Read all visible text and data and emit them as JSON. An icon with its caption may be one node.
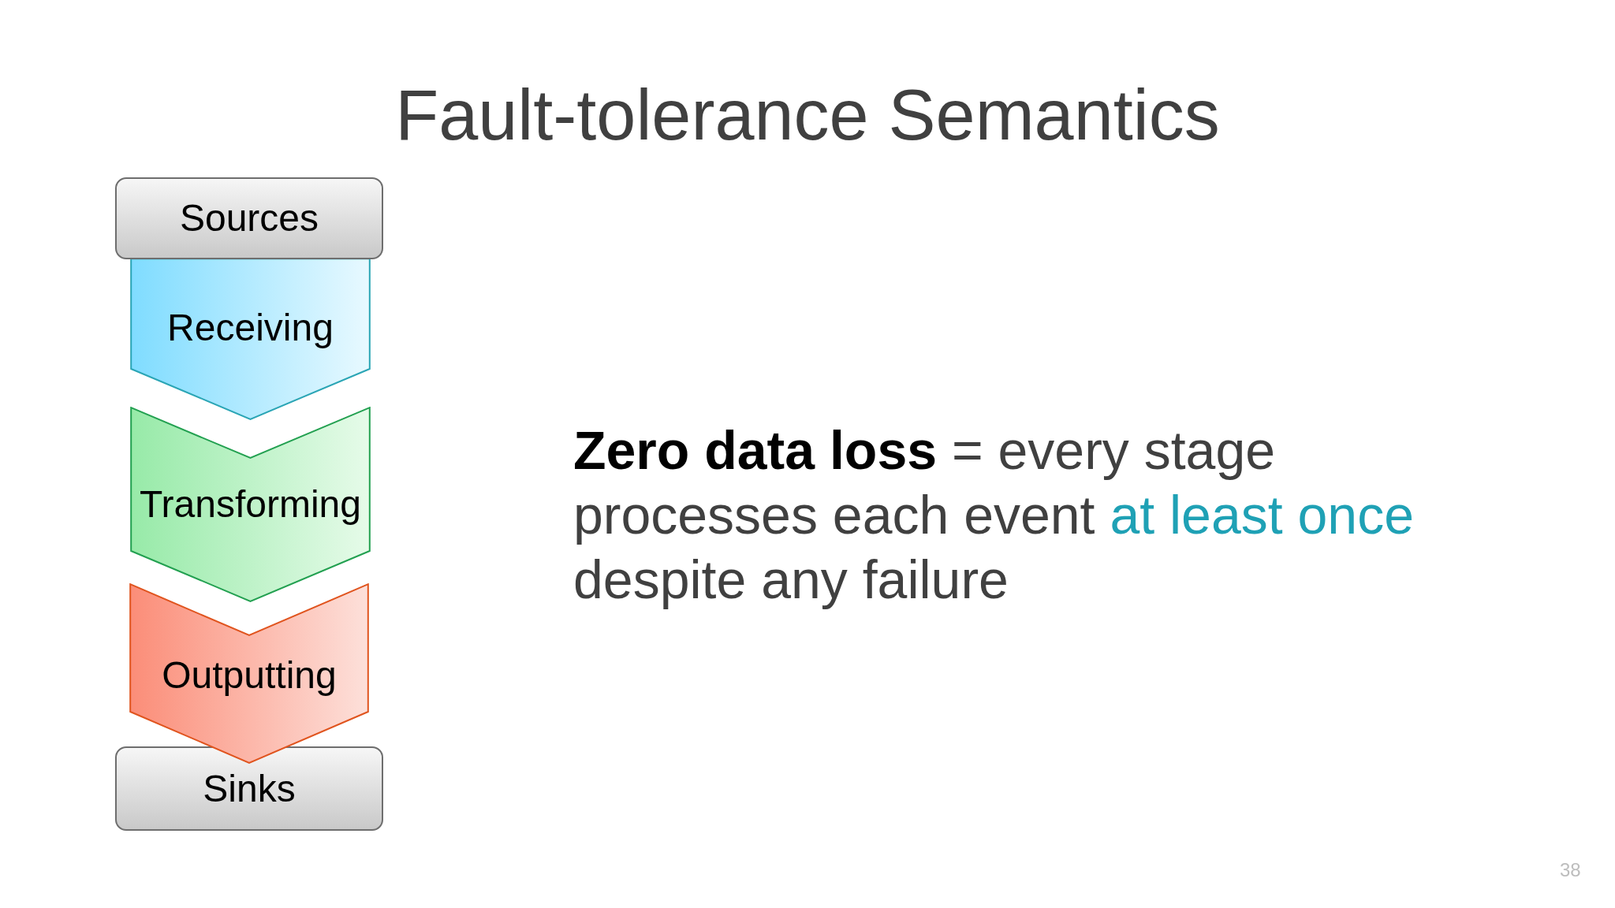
{
  "diagram": {
    "title": "Fault-tolerance Semantics",
    "nodes": [
      {
        "text": [
          "Sources"
        ]
      },
      {
        "text": [
          "Receiving"
        ]
      },
      {
        "text": [
          "Transforming"
        ]
      },
      {
        "text": [
          "Outputting"
        ]
      },
      {
        "text": [
          "Sinks"
        ]
      }
    ],
    "labels": [
      "**Zero data loss** = every stage processes each event *at least once* despite any failure",
      "38"
    ]
  }
}
